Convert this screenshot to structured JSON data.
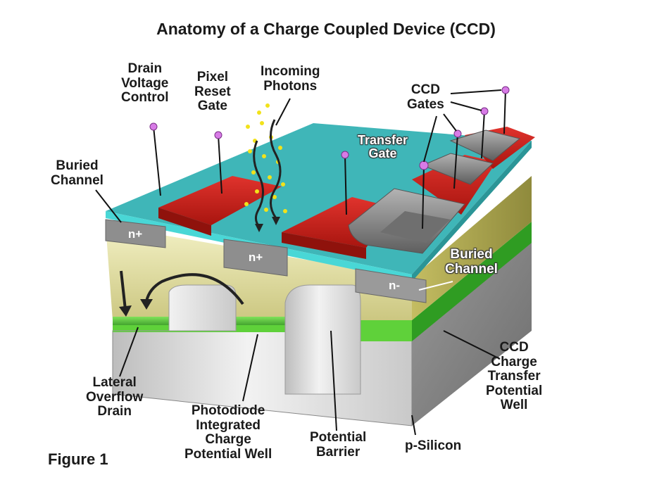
{
  "title": "Anatomy of a Charge Coupled Device (CCD)",
  "figure_label": "Figure 1",
  "labels": {
    "drain_voltage_control": [
      "Drain",
      "Voltage",
      "Control"
    ],
    "pixel_reset_gate": [
      "Pixel",
      "Reset",
      "Gate"
    ],
    "incoming_photons": [
      "Incoming",
      "Photons"
    ],
    "ccd_gates": [
      "CCD",
      "Gates"
    ],
    "transfer_gate": [
      "Transfer",
      "Gate"
    ],
    "buried_channel_left": [
      "Buried",
      "Channel"
    ],
    "buried_channel_right": [
      "Buried",
      "Channel"
    ],
    "lateral_overflow_drain": [
      "Lateral",
      "Overflow",
      "Drain"
    ],
    "photodiode_well": [
      "Photodiode",
      "Integrated",
      "Charge",
      "Potential Well"
    ],
    "potential_barrier": [
      "Potential",
      "Barrier"
    ],
    "p_silicon": [
      "p-Silicon"
    ],
    "ccd_transfer_well": [
      "CCD",
      "Charge",
      "Transfer",
      "Potential",
      "Well"
    ]
  },
  "regions": {
    "n_plus_left": "n+",
    "n_plus_center": "n+",
    "n_minus": "n-"
  },
  "colors": {
    "oxide": "#3fb6b8",
    "gate": "#c8201e",
    "ccd_gate": "#8a8a8a",
    "yellow_region": "#e8e6a8",
    "green_well": "#2e9e1c",
    "silicon": "#d9d9d9",
    "contact": "#d77be6"
  }
}
